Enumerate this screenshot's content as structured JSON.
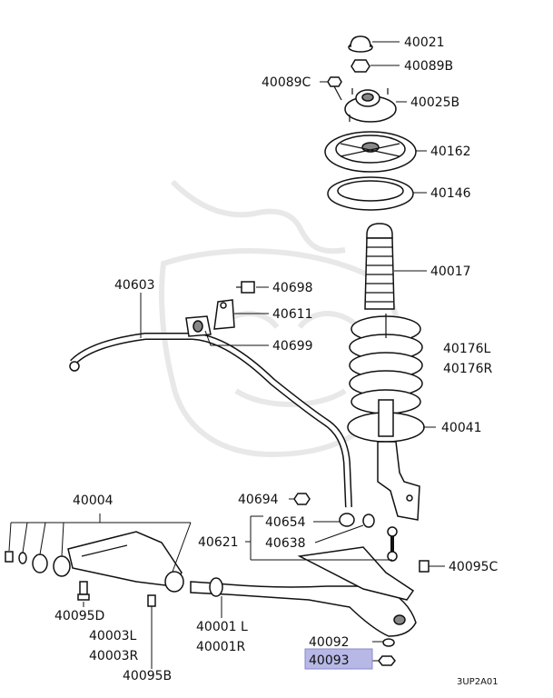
{
  "diagram": {
    "code": "3UP2A01",
    "highlight_color": "#b8b8e6",
    "labels": {
      "p40021": "40021",
      "p40089B": "40089B",
      "p40089C": "40089C",
      "p40025B": "40025B",
      "p40162": "40162",
      "p40146": "40146",
      "p40017": "40017",
      "p40603": "40603",
      "p40698": "40698",
      "p40611": "40611",
      "p40699": "40699",
      "p40176L": "40176L",
      "p40176R": "40176R",
      "p40041": "40041",
      "p40004": "40004",
      "p40694": "40694",
      "p40654": "40654",
      "p40621": "40621",
      "p40638": "40638",
      "p40095C": "40095C",
      "p40095D": "40095D",
      "p40003L": "40003L",
      "p40003R": "40003R",
      "p40001L": "40001 L",
      "p40001R": "40001R",
      "p40092": "40092",
      "p40093": "40093",
      "p40095B": "40095B"
    }
  }
}
